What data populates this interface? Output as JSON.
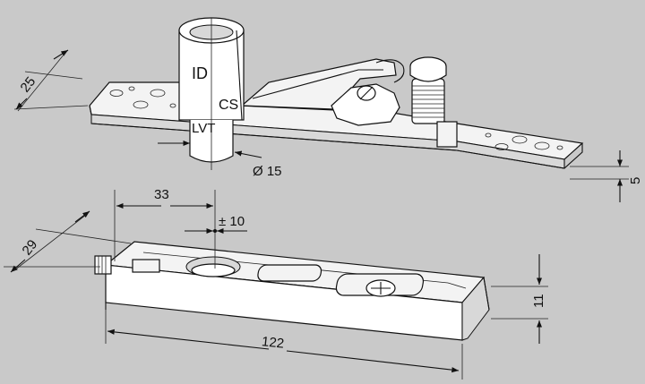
{
  "dimensions": {
    "upper_height": "25",
    "pin_diameter": "Ø 15",
    "plate_thickness": "5",
    "offset": "33",
    "adjustment": "± 10",
    "box_width": "29",
    "box_length": "122",
    "box_height": "11"
  }
}
